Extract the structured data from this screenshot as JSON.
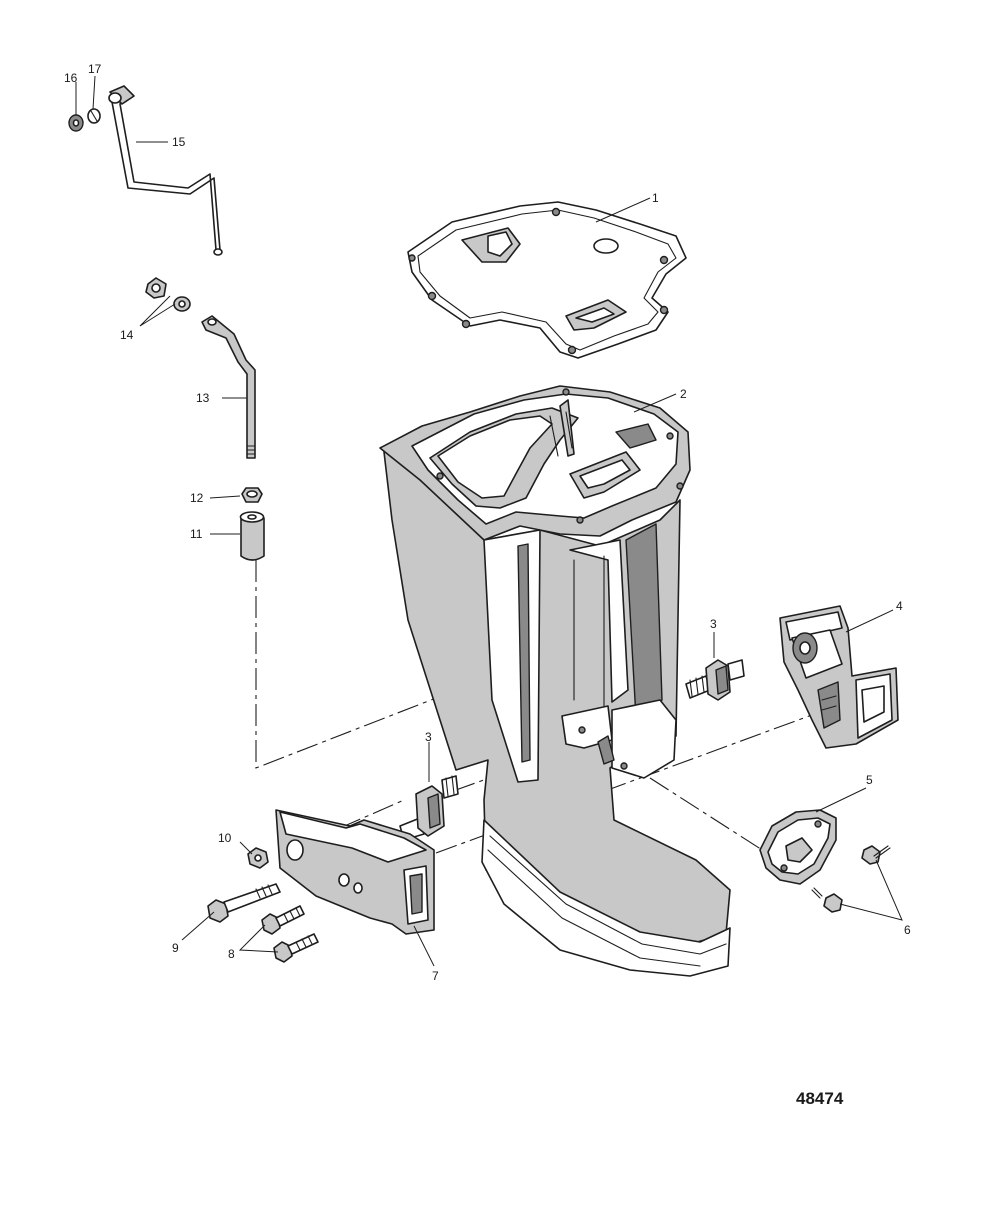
{
  "diagram": {
    "figure_number": "48474",
    "callouts": [
      {
        "id": "c1",
        "label": "1"
      },
      {
        "id": "c2",
        "label": "2"
      },
      {
        "id": "c3a",
        "label": "3"
      },
      {
        "id": "c3b",
        "label": "3"
      },
      {
        "id": "c4",
        "label": "4"
      },
      {
        "id": "c5",
        "label": "5"
      },
      {
        "id": "c6",
        "label": "6"
      },
      {
        "id": "c7",
        "label": "7"
      },
      {
        "id": "c8",
        "label": "8"
      },
      {
        "id": "c9",
        "label": "9"
      },
      {
        "id": "c10",
        "label": "10"
      },
      {
        "id": "c11",
        "label": "11"
      },
      {
        "id": "c12",
        "label": "12"
      },
      {
        "id": "c13",
        "label": "13"
      },
      {
        "id": "c14",
        "label": "14"
      },
      {
        "id": "c15",
        "label": "15"
      },
      {
        "id": "c16",
        "label": "16"
      },
      {
        "id": "c17",
        "label": "17"
      }
    ]
  }
}
